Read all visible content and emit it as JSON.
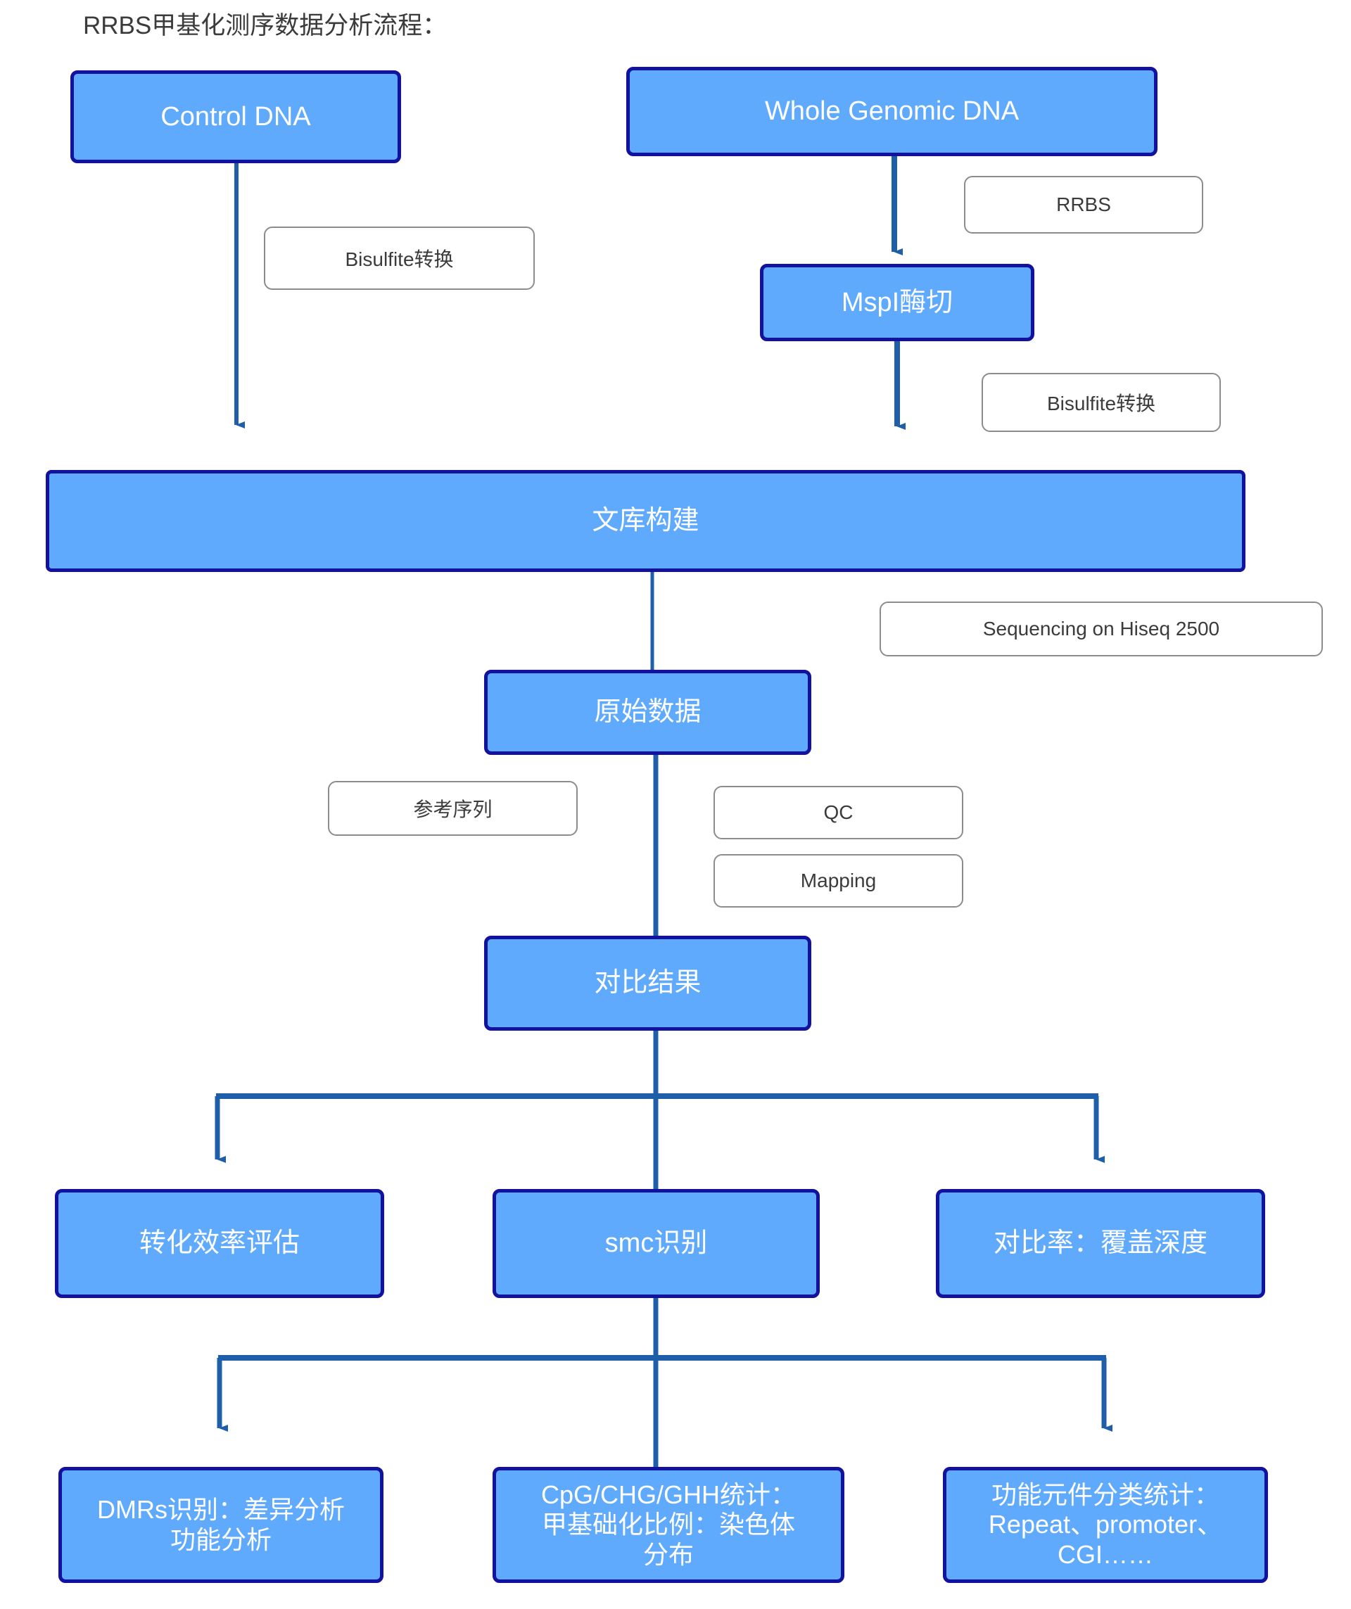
{
  "diagram": {
    "title": "RRBS甲基化测序数据分析流程：",
    "colors": {
      "node_fill": "#5FAAFD",
      "node_border": "#12129E",
      "node_text": "#FFFFFF",
      "connector": "#1F5FA9",
      "label_border": "#8C8C8C",
      "label_text": "#3B3B3B",
      "background": "#FFFFFF"
    },
    "nodes": [
      {
        "id": "control-dna",
        "text": "Control DNA"
      },
      {
        "id": "whole-genomic-dna",
        "text": "Whole Genomic DNA"
      },
      {
        "id": "mspi-digestion",
        "text": "MspI酶切"
      },
      {
        "id": "library-construction",
        "text": "文库构建"
      },
      {
        "id": "raw-data",
        "text": "原始数据"
      },
      {
        "id": "alignment-result",
        "text": "对比结果"
      },
      {
        "id": "conversion-efficiency",
        "text": "转化效率评估"
      },
      {
        "id": "smc-identification",
        "text": "smc识别"
      },
      {
        "id": "mapping-rate-depth",
        "text": "对比率：覆盖深度"
      },
      {
        "id": "dmrs-identification",
        "lines": [
          "DMRs识别：差异分析",
          "功能分析"
        ]
      },
      {
        "id": "context-statistics",
        "lines": [
          "CpG/CHG/GHH统计：",
          "甲基础化比例：染色体",
          "分布"
        ]
      },
      {
        "id": "functional-elements",
        "lines": [
          "功能元件分类统计：",
          "Repeat、promoter、",
          "CGI……"
        ]
      }
    ],
    "edge_labels": [
      {
        "id": "bisulfite-left",
        "text": "Bisulfite转换"
      },
      {
        "id": "rrbs",
        "text": "RRBS"
      },
      {
        "id": "bisulfite-right",
        "text": "Bisulfite转换"
      },
      {
        "id": "sequencing",
        "text": "Sequencing on Hiseq 2500"
      },
      {
        "id": "reference",
        "text": "参考序列"
      },
      {
        "id": "qc",
        "text": "QC"
      },
      {
        "id": "mapping",
        "text": "Mapping"
      }
    ]
  }
}
